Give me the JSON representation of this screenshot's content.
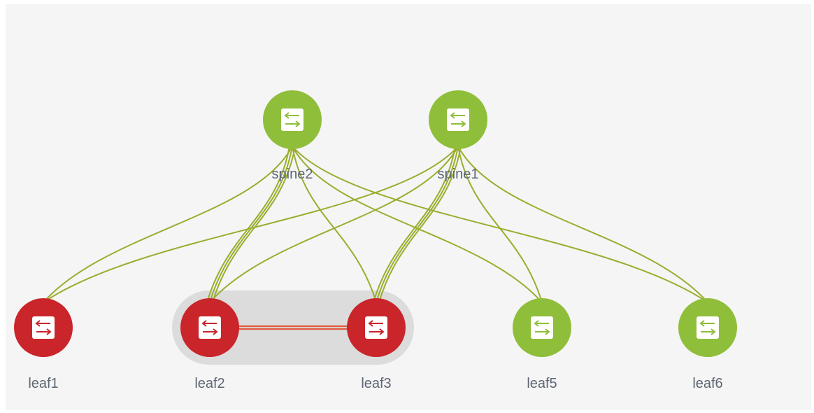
{
  "colors": {
    "background": "#f5f5f5",
    "node_ok": "#8fbe3a",
    "node_error": "#c9252b",
    "link_ok": "#9aad2e",
    "link_peer": "#e05a3c",
    "group_fill": "#dcdcdc",
    "label": "#5d6673"
  },
  "icon": "switch-arrows-icon",
  "nodes": [
    {
      "id": "spine2",
      "label": "spine2",
      "role": "spine",
      "status": "ok"
    },
    {
      "id": "spine1",
      "label": "spine1",
      "role": "spine",
      "status": "ok"
    },
    {
      "id": "leaf1",
      "label": "leaf1",
      "role": "leaf",
      "status": "error"
    },
    {
      "id": "leaf2",
      "label": "leaf2",
      "role": "leaf",
      "status": "error"
    },
    {
      "id": "leaf3",
      "label": "leaf3",
      "role": "leaf",
      "status": "error"
    },
    {
      "id": "leaf5",
      "label": "leaf5",
      "role": "leaf",
      "status": "ok"
    },
    {
      "id": "leaf6",
      "label": "leaf6",
      "role": "leaf",
      "status": "ok"
    }
  ],
  "groups": [
    {
      "members": [
        "leaf2",
        "leaf3"
      ]
    }
  ],
  "links": [
    {
      "from": "spine2",
      "to": "leaf1",
      "count": 1
    },
    {
      "from": "spine2",
      "to": "leaf2",
      "count": 3
    },
    {
      "from": "spine2",
      "to": "leaf3",
      "count": 1
    },
    {
      "from": "spine2",
      "to": "leaf5",
      "count": 1
    },
    {
      "from": "spine2",
      "to": "leaf6",
      "count": 1
    },
    {
      "from": "spine1",
      "to": "leaf1",
      "count": 1
    },
    {
      "from": "spine1",
      "to": "leaf2",
      "count": 1
    },
    {
      "from": "spine1",
      "to": "leaf3",
      "count": 3
    },
    {
      "from": "spine1",
      "to": "leaf5",
      "count": 1
    },
    {
      "from": "spine1",
      "to": "leaf6",
      "count": 1
    },
    {
      "from": "leaf2",
      "to": "leaf3",
      "count": 2,
      "type": "peer"
    }
  ]
}
